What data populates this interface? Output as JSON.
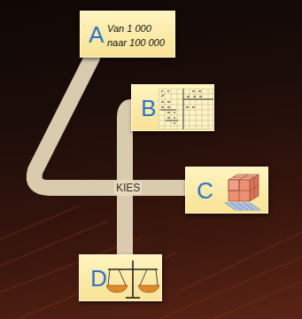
{
  "diagram": {
    "nodes": [
      {
        "text": [
          "A",
          "Van 1 000 naar 100 000"
        ]
      },
      {
        "text": [
          "B"
        ]
      },
      {
        "text": [
          "C"
        ]
      },
      {
        "text": [
          "D"
        ]
      }
    ],
    "edges": [
      {
        "from": 0,
        "to": 2,
        "arrow": "none"
      },
      {
        "from": 1,
        "to": 3,
        "arrow": "none"
      }
    ],
    "labels": [
      "KIES"
    ]
  }
}
